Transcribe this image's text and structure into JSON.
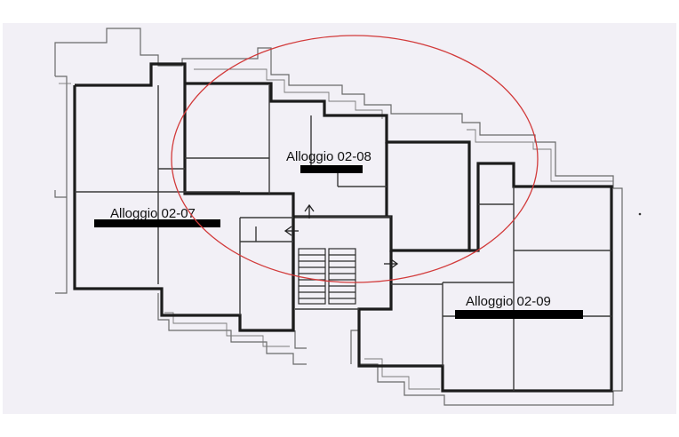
{
  "units": [
    {
      "id": "02-07",
      "label": "Alloggio 02-07"
    },
    {
      "id": "02-08",
      "label": "Alloggio 02-08"
    },
    {
      "id": "02-09",
      "label": "Alloggio 02-09"
    }
  ],
  "highlight": {
    "color": "#d23a3a",
    "target": "Alloggio 02-08"
  },
  "sheet": {
    "background": "#f2f0f6",
    "wall_color": "#1c1c1c"
  }
}
